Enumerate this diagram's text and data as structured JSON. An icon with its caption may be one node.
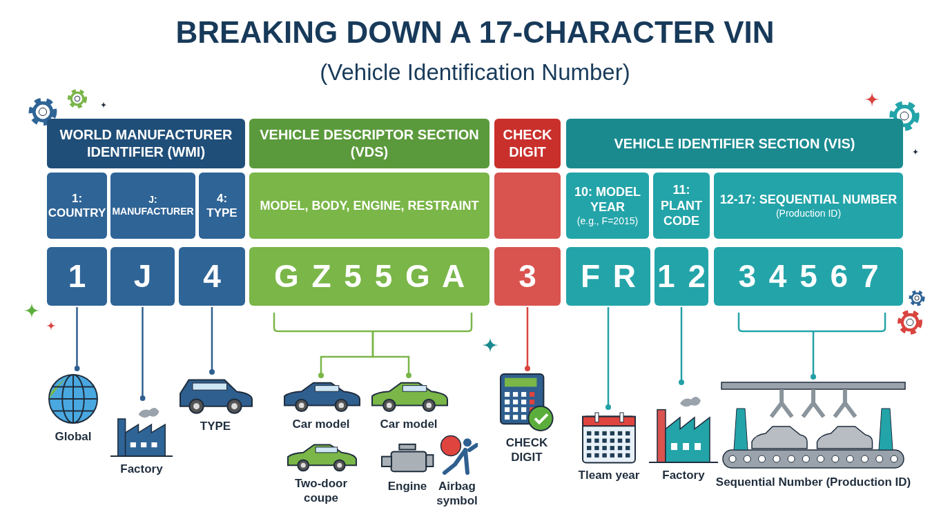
{
  "diagram": {
    "title": "BREAKING DOWN A 17-CHARACTER VIN",
    "caption": "(Vehicle Identification Number)",
    "nodes": [
      {
        "text": [
          "WORLD MANUFACTURER IDENTIFIER (WMI)"
        ]
      },
      {
        "text": [
          "VEHICLE DESCRIPTOR SECTION (VDS)"
        ]
      },
      {
        "text": [
          "CHECK DIGIT"
        ]
      },
      {
        "text": [
          "VEHICLE IDENTIFIER SECTION (VIS)"
        ]
      },
      {
        "text": [
          "1: COUNTRY"
        ]
      },
      {
        "text": [
          "J: MANUFACTURER"
        ]
      },
      {
        "text": [
          "4: TYPE"
        ]
      },
      {
        "text": [
          "MODEL, BODY, ENGINE, RESTRAINT"
        ]
      },
      {
        "text": [],
        "shape": "box"
      },
      {
        "text": [
          "10: MODEL YEAR",
          "(e.g., F=2015)"
        ]
      },
      {
        "text": [
          "11: PLANT CODE"
        ]
      },
      {
        "text": [
          "12-17: SEQUENTIAL NUMBER",
          "(Production ID)"
        ]
      },
      {
        "text": [
          "1"
        ]
      },
      {
        "text": [
          "J"
        ]
      },
      {
        "text": [
          "4"
        ]
      },
      {
        "text": [
          "G Z 5 5 G A"
        ]
      },
      {
        "text": [
          "3"
        ]
      },
      {
        "text": [
          "F R"
        ]
      },
      {
        "text": [
          "1 2"
        ]
      },
      {
        "text": [
          "3 4 5 6 7"
        ]
      },
      {
        "text": [
          "Global"
        ]
      },
      {
        "text": [
          "Factory"
        ]
      },
      {
        "text": [
          "TYPE"
        ]
      },
      {
        "text": [
          "Car model"
        ]
      },
      {
        "text": [
          "Car model"
        ]
      },
      {
        "text": [
          "Two-door coupe"
        ]
      },
      {
        "text": [
          "Engine"
        ]
      },
      {
        "text": [
          "Airbag symbol"
        ]
      },
      {
        "text": [
          "CHECK DIGIT"
        ]
      },
      {
        "text": [
          "Tleam year"
        ]
      },
      {
        "text": [
          "Factory"
        ]
      },
      {
        "text": [
          "Sequential Number (Production ID)"
        ]
      }
    ],
    "edges": [
      {
        "from": 12,
        "to": 20,
        "arrow": "other",
        "color": "#2f5f8f"
      },
      {
        "from": 13,
        "to": 21,
        "arrow": "other",
        "color": "#2f5f8f"
      },
      {
        "from": 14,
        "to": 22,
        "arrow": "other",
        "color": "#2f5f8f"
      },
      {
        "from": 15,
        "to": 23,
        "arrow": "other",
        "color": "#7ab648"
      },
      {
        "from": 15,
        "to": 24,
        "arrow": "other",
        "color": "#7ab648"
      },
      {
        "from": 16,
        "to": 28,
        "arrow": "other",
        "color": "#d9443f"
      },
      {
        "from": 17,
        "to": 29,
        "arrow": "other",
        "color": "#23a0a6"
      },
      {
        "from": 18,
        "to": 30,
        "arrow": "other",
        "color": "#23a0a6"
      },
      {
        "from": 19,
        "to": 31,
        "arrow": "other",
        "color": "#23a0a6"
      }
    ]
  }
}
